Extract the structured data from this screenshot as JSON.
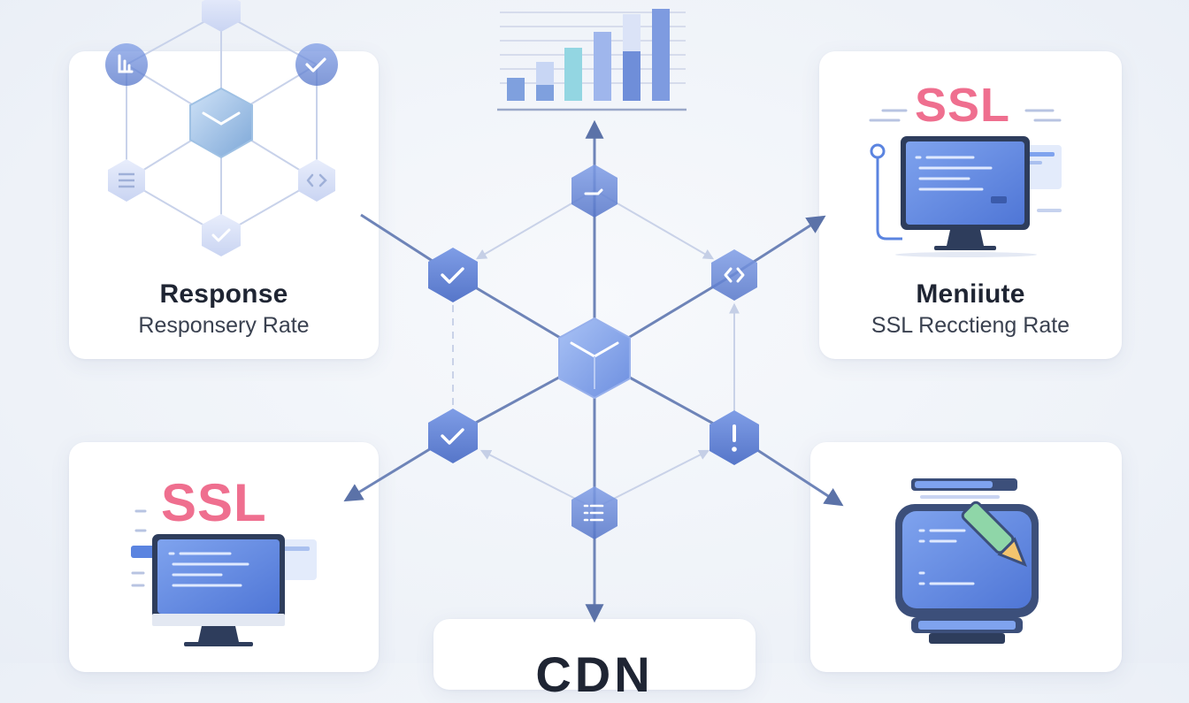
{
  "cards": {
    "top_left": {
      "title": "Response",
      "subtitle": "Responsery Rate"
    },
    "top_right": {
      "badge": "SSL",
      "title": "Meniiute",
      "subtitle": "SSL Recctieng Rate"
    },
    "bottom_left": {
      "badge": "SSL"
    },
    "bottom_center": {
      "title": "CDN"
    }
  },
  "icons": {
    "center": "cube-icon",
    "hub_nodes": [
      "calendar-icon",
      "code-icon",
      "alert-icon",
      "list-icon",
      "check-icon",
      "check-icon"
    ],
    "top_left_graph": [
      "cube-icon",
      "chart-icon",
      "check-icon",
      "list-icon",
      "code-icon",
      "check-icon"
    ]
  },
  "colors": {
    "accent": "#5b7fd1",
    "node_fill": "#6f8fdc",
    "line": "#6e84b8",
    "ssl_pink": "#ef6f8f",
    "screen_blue": "#5b84e0"
  }
}
